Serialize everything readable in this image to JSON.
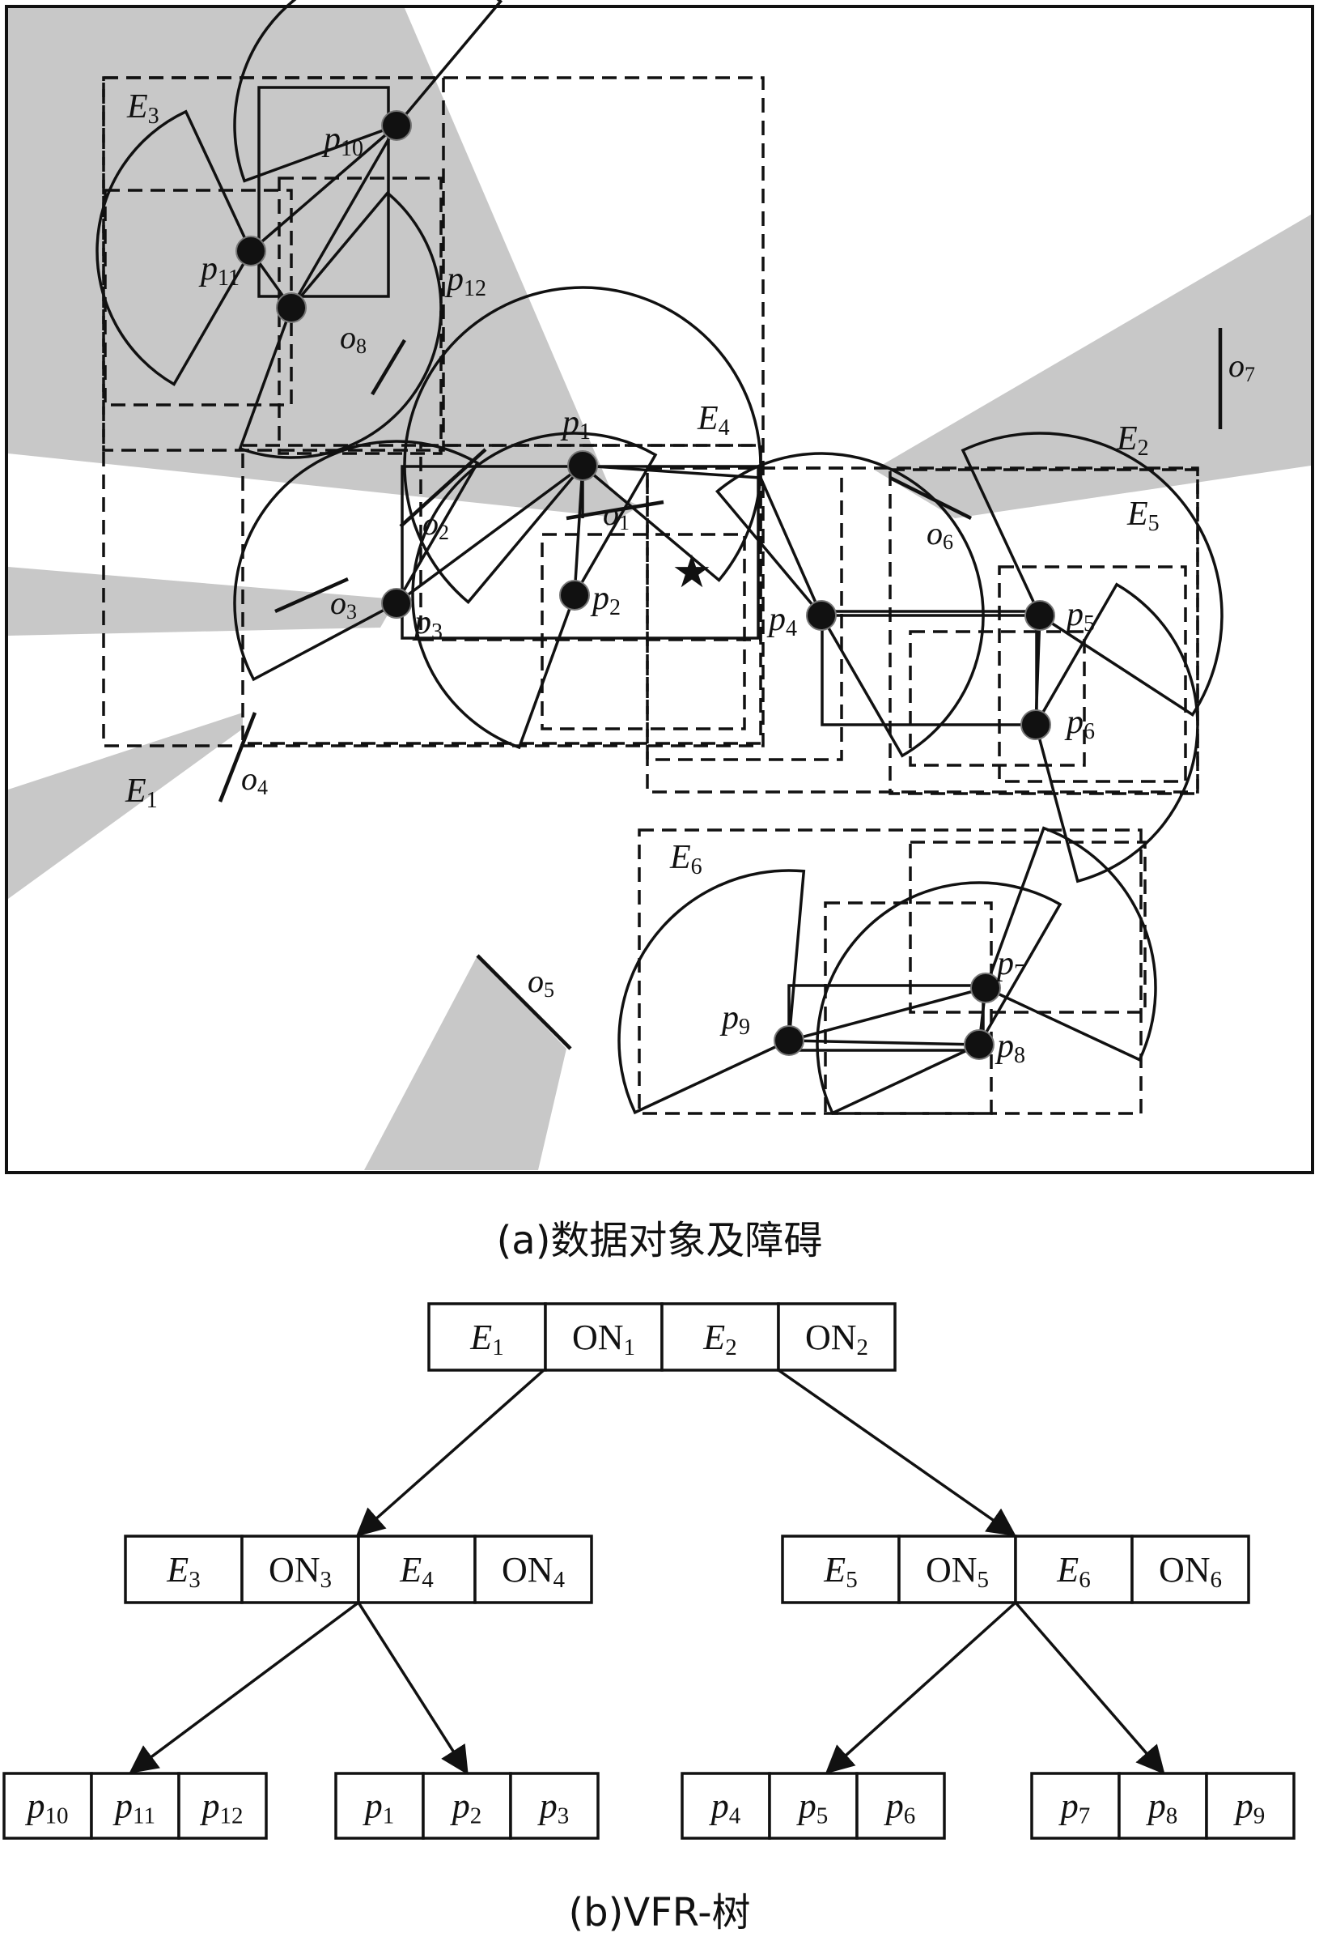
{
  "panel_a": {
    "caption": "(a)数据对象及障碍",
    "obstacles": [
      {
        "base": "o",
        "sub": "1"
      },
      {
        "base": "o",
        "sub": "2"
      },
      {
        "base": "o",
        "sub": "3"
      },
      {
        "base": "o",
        "sub": "4"
      },
      {
        "base": "o",
        "sub": "5"
      },
      {
        "base": "o",
        "sub": "6"
      },
      {
        "base": "o",
        "sub": "7"
      },
      {
        "base": "o",
        "sub": "8"
      }
    ],
    "points": [
      {
        "base": "p",
        "sub": "1"
      },
      {
        "base": "p",
        "sub": "2"
      },
      {
        "base": "p",
        "sub": "3"
      },
      {
        "base": "p",
        "sub": "4"
      },
      {
        "base": "p",
        "sub": "5"
      },
      {
        "base": "p",
        "sub": "6"
      },
      {
        "base": "p",
        "sub": "7"
      },
      {
        "base": "p",
        "sub": "8"
      },
      {
        "base": "p",
        "sub": "9"
      },
      {
        "base": "p",
        "sub": "10"
      },
      {
        "base": "p",
        "sub": "11"
      },
      {
        "base": "p",
        "sub": "12"
      }
    ],
    "entries": [
      {
        "base": "E",
        "sub": "1"
      },
      {
        "base": "E",
        "sub": "2"
      },
      {
        "base": "E",
        "sub": "3"
      },
      {
        "base": "E",
        "sub": "4"
      },
      {
        "base": "E",
        "sub": "5"
      },
      {
        "base": "E",
        "sub": "6"
      }
    ],
    "query_marker": "★"
  },
  "panel_b": {
    "caption": "(b)VFR-树",
    "root": [
      {
        "base": "E",
        "sub": "1"
      },
      {
        "base": "ON",
        "sub": "1"
      },
      {
        "base": "E",
        "sub": "2"
      },
      {
        "base": "ON",
        "sub": "2"
      }
    ],
    "level1": [
      [
        {
          "base": "E",
          "sub": "3"
        },
        {
          "base": "ON",
          "sub": "3"
        },
        {
          "base": "E",
          "sub": "4"
        },
        {
          "base": "ON",
          "sub": "4"
        }
      ],
      [
        {
          "base": "E",
          "sub": "5"
        },
        {
          "base": "ON",
          "sub": "5"
        },
        {
          "base": "E",
          "sub": "6"
        },
        {
          "base": "ON",
          "sub": "6"
        }
      ]
    ],
    "leaves": [
      [
        {
          "base": "p",
          "sub": "10"
        },
        {
          "base": "p",
          "sub": "11"
        },
        {
          "base": "p",
          "sub": "12"
        }
      ],
      [
        {
          "base": "p",
          "sub": "1"
        },
        {
          "base": "p",
          "sub": "2"
        },
        {
          "base": "p",
          "sub": "3"
        }
      ],
      [
        {
          "base": "p",
          "sub": "4"
        },
        {
          "base": "p",
          "sub": "5"
        },
        {
          "base": "p",
          "sub": "6"
        }
      ],
      [
        {
          "base": "p",
          "sub": "7"
        },
        {
          "base": "p",
          "sub": "8"
        },
        {
          "base": "p",
          "sub": "9"
        }
      ]
    ]
  },
  "colors": {
    "shadow": "#c8c8c8",
    "ink": "#111111"
  }
}
